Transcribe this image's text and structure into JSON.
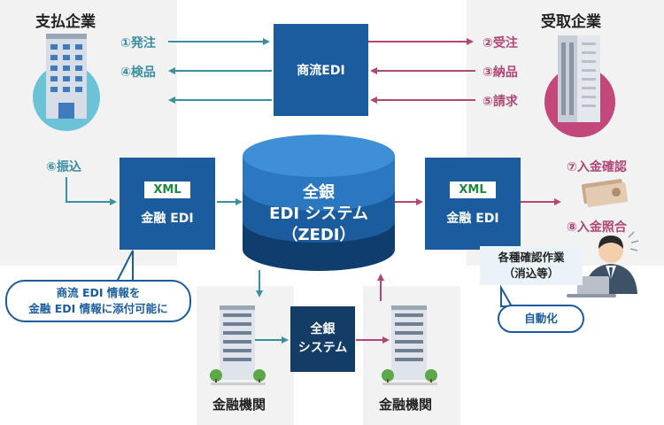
{
  "payer": {
    "heading": "支払企業",
    "step_order": "①発注",
    "step_inspect": "④検品",
    "step_transfer": "⑥振込"
  },
  "receiver": {
    "heading": "受取企業",
    "step_receive": "②受注",
    "step_deliver": "③納品",
    "step_invoice": "⑤請求",
    "step_confirm": "⑦入金確認",
    "step_match": "⑧入金照合"
  },
  "commerce_box": {
    "label": "商流EDI"
  },
  "financial_left": {
    "tag": "XML",
    "label": "金融 EDI"
  },
  "financial_right": {
    "tag": "XML",
    "label": "金融 EDI"
  },
  "zedi": {
    "line1": "全銀",
    "line2": "EDI システム",
    "line3": "（ZEDI）"
  },
  "zengin": {
    "line1": "全銀",
    "line2": "システム"
  },
  "bubble_left": {
    "line1": "商流 EDI 情報を",
    "line2": "金融 EDI 情報に添付可能に"
  },
  "bubble_right": {
    "label": "自動化"
  },
  "task_note": {
    "line1": "各種確認作業",
    "line2": "（消込等）"
  },
  "bank_left": {
    "caption": "金融機関"
  },
  "bank_right": {
    "caption": "金融機関"
  },
  "colors": {
    "teal": "#3a8fa0",
    "pink": "#b04775",
    "blue": "#1a5c9e",
    "navy": "#133d66"
  }
}
